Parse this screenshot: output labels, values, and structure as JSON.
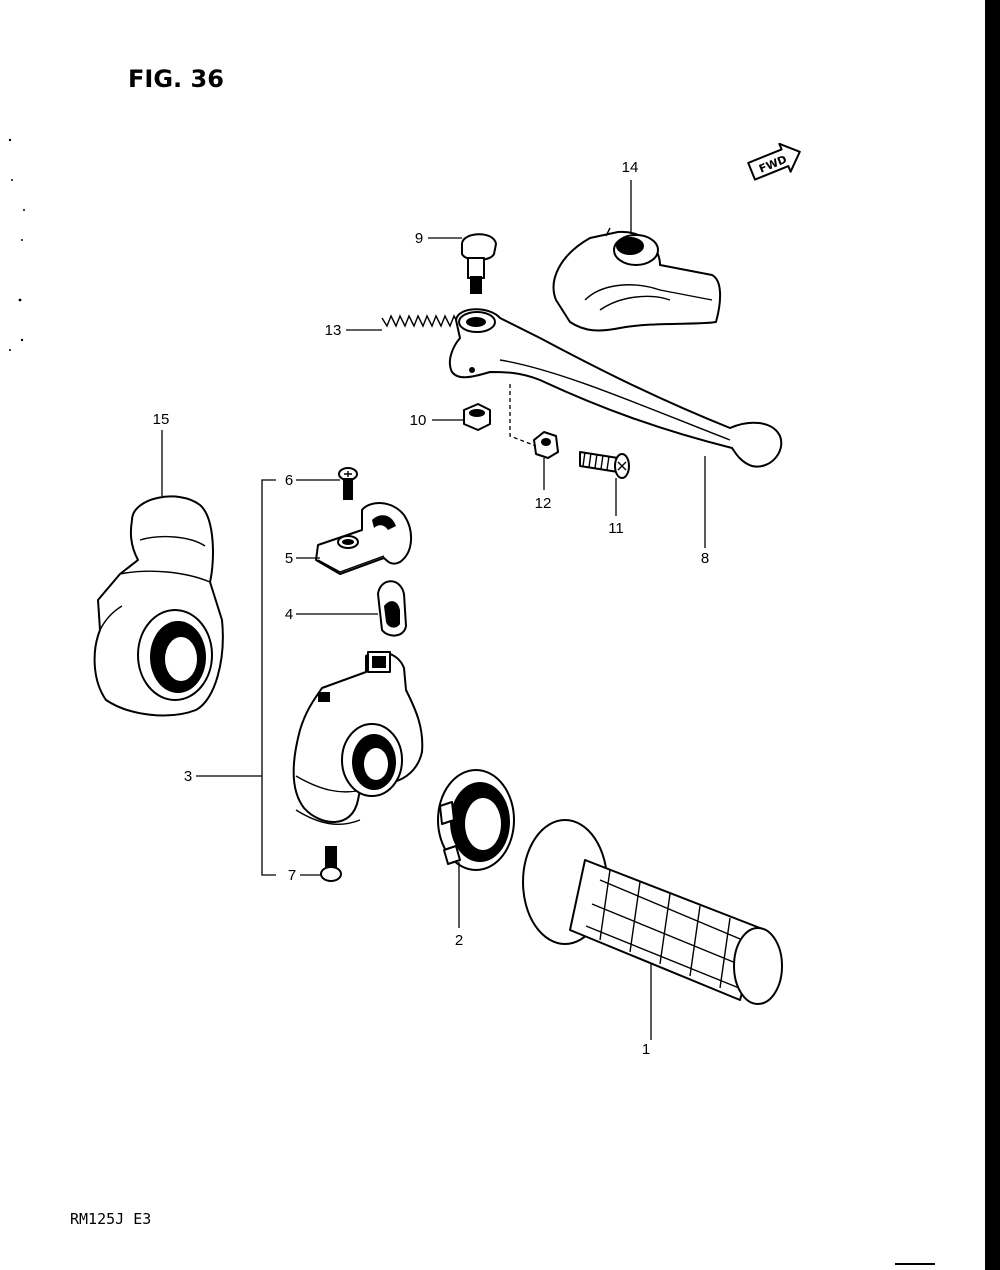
{
  "figure": {
    "title": "FIG. 36"
  },
  "model_code": "RM125J E3",
  "direction_badge": "FWD",
  "callouts": [
    "1",
    "2",
    "3",
    "4",
    "5",
    "6",
    "7",
    "8",
    "9",
    "10",
    "11",
    "12",
    "13",
    "14",
    "15"
  ],
  "parts": [
    {
      "ref": "1",
      "icon": "handlebar-grip"
    },
    {
      "ref": "2",
      "icon": "throttle-pulley"
    },
    {
      "ref": "3",
      "icon": "throttle-housing"
    },
    {
      "ref": "4",
      "icon": "cable-guide"
    },
    {
      "ref": "5",
      "icon": "housing-cap"
    },
    {
      "ref": "6",
      "icon": "screw"
    },
    {
      "ref": "7",
      "icon": "screw"
    },
    {
      "ref": "8",
      "icon": "clutch-lever"
    },
    {
      "ref": "9",
      "icon": "pivot-bolt"
    },
    {
      "ref": "10",
      "icon": "nut"
    },
    {
      "ref": "11",
      "icon": "adjuster-screw"
    },
    {
      "ref": "12",
      "icon": "nut"
    },
    {
      "ref": "13",
      "icon": "spring"
    },
    {
      "ref": "14",
      "icon": "lever-cover"
    },
    {
      "ref": "15",
      "icon": "housing-cover"
    }
  ]
}
